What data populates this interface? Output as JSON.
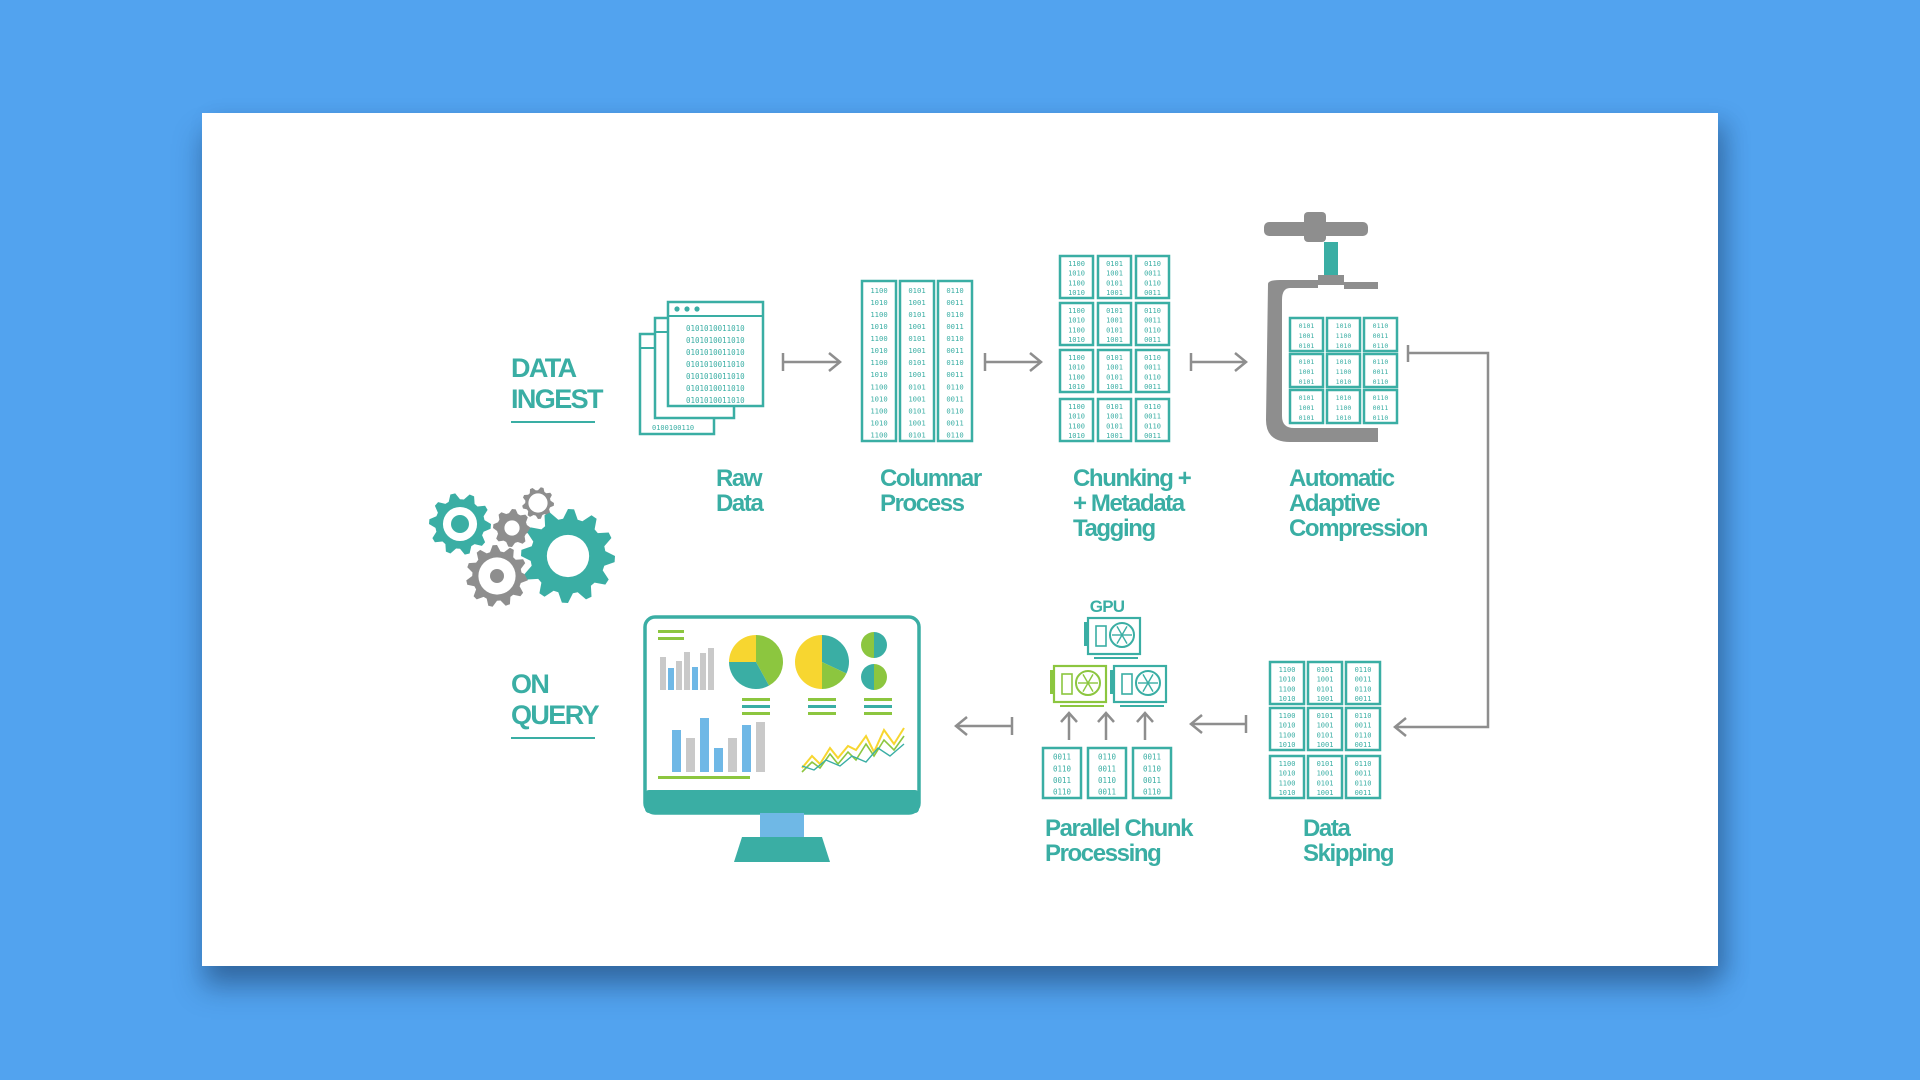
{
  "sections": {
    "ingest": [
      "DATA",
      "INGEST"
    ],
    "query": [
      "ON",
      "QUERY"
    ]
  },
  "steps": {
    "raw_data": [
      "Raw",
      "Data"
    ],
    "columnar": [
      "Columnar",
      "Process"
    ],
    "chunking": [
      "Chunking +",
      "+ Metadata",
      "Tagging"
    ],
    "compression": [
      "Automatic",
      "Adaptive",
      "Compression"
    ],
    "skipping": [
      "Data",
      "Skipping"
    ],
    "parallel": [
      "Parallel Chunk",
      "Processing"
    ]
  },
  "gpu_label": "GPU",
  "colors": {
    "background": "#52a3ef",
    "teal": "#3aaea4",
    "gray": "#8e8e8e",
    "lime": "#8cc63f",
    "yellow": "#f7d630",
    "light_gray": "#c9c9c9"
  }
}
